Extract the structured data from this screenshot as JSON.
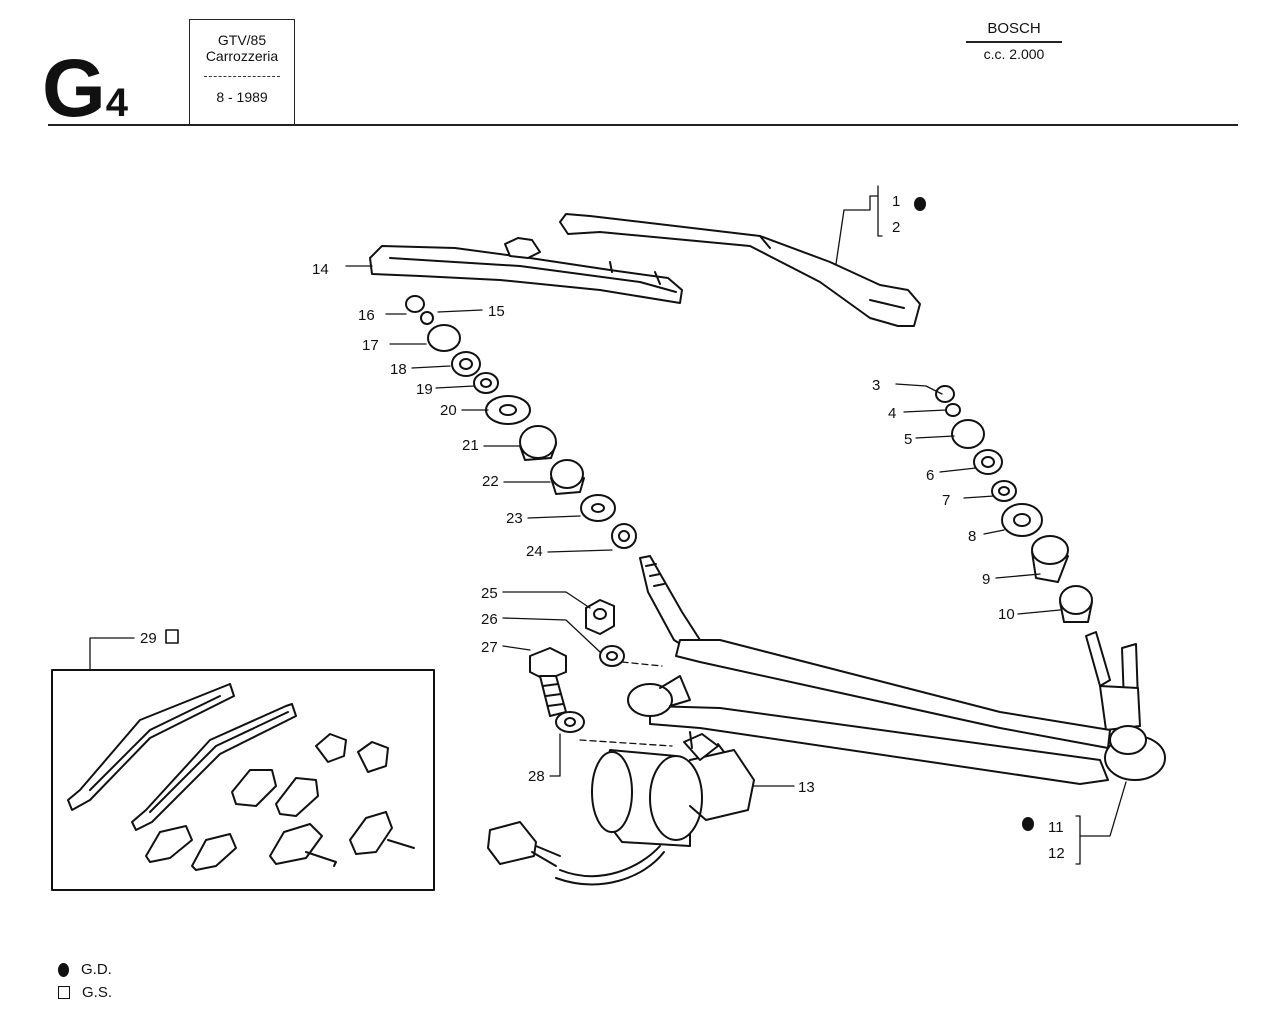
{
  "header": {
    "code_letter": "G",
    "code_number": "4",
    "model": "GTV/85",
    "section": "Carrozzeria",
    "date": "8 - 1989",
    "brand": "BOSCH",
    "engine": "c.c. 2.000"
  },
  "callouts": {
    "c1": "1",
    "c2": "2",
    "c3": "3",
    "c4": "4",
    "c5": "5",
    "c6": "6",
    "c7": "7",
    "c8": "8",
    "c9": "9",
    "c10": "10",
    "c11": "11",
    "c12": "12",
    "c13": "13",
    "c14": "14",
    "c15": "15",
    "c16": "16",
    "c17": "17",
    "c18": "18",
    "c19": "19",
    "c20": "20",
    "c21": "21",
    "c22": "22",
    "c23": "23",
    "c24": "24",
    "c25": "25",
    "c26": "26",
    "c27": "27",
    "c28": "28",
    "c29": "29"
  },
  "legend": [
    {
      "symbol": "filled-dot-icon",
      "label": "G.D."
    },
    {
      "symbol": "open-square-icon",
      "label": "G.S."
    }
  ]
}
